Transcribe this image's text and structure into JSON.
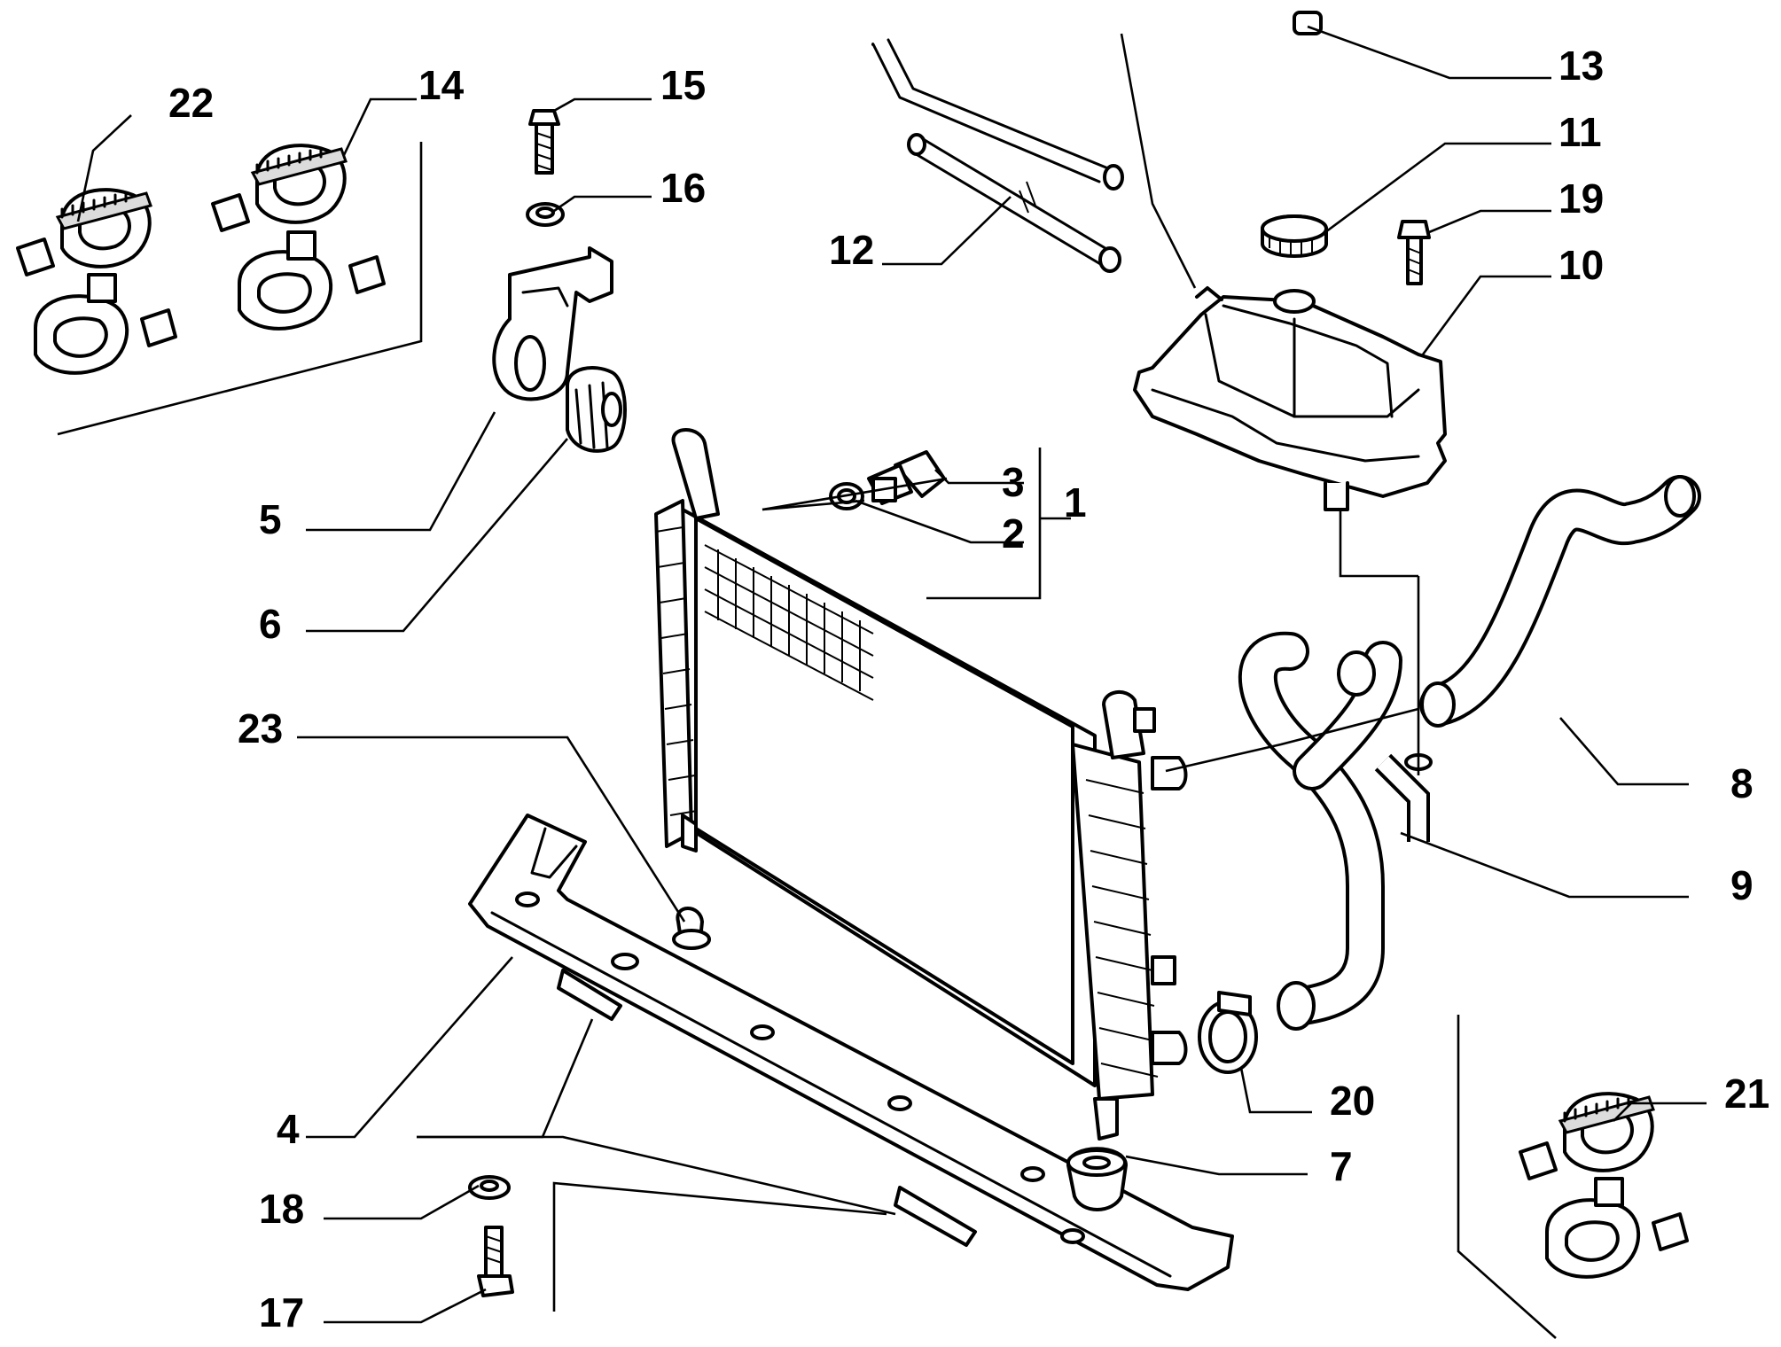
{
  "callouts": {
    "c1": "1",
    "c2": "2",
    "c3": "3",
    "c4": "4",
    "c5": "5",
    "c6": "6",
    "c7": "7",
    "c8": "8",
    "c9": "9",
    "c10": "10",
    "c11": "11",
    "c12": "12",
    "c13": "13",
    "c14": "14",
    "c15": "15",
    "c16": "16",
    "c17": "17",
    "c18": "18",
    "c19": "19",
    "c20": "20",
    "c21": "21",
    "c22": "22",
    "c23": "23"
  },
  "colors": {
    "ink": "#000000",
    "paper": "#ffffff",
    "shade": "#dcdcdc"
  }
}
